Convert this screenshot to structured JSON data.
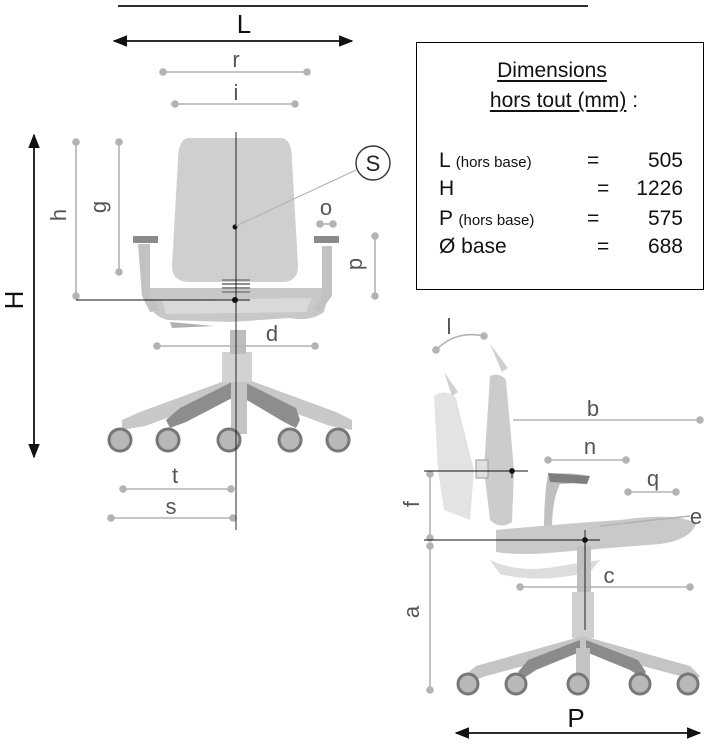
{
  "box": {
    "title_line1": "Dimensions",
    "title_line2": "hors tout (mm)",
    "title_suffix": " :",
    "rows": [
      {
        "label": "L",
        "qualifier": "(hors base)",
        "eq": "=",
        "value": "505"
      },
      {
        "label": "H",
        "qualifier": "",
        "eq": "=",
        "value": "1226"
      },
      {
        "label": "P",
        "qualifier": "(hors base)",
        "eq": "=",
        "value": "575"
      },
      {
        "label": "Ø base",
        "qualifier": "",
        "eq": "=",
        "value": "688"
      }
    ]
  },
  "front_view": {
    "labels": {
      "L": "L",
      "r": "r",
      "i": "i",
      "h": "h",
      "g": "g",
      "H": "H",
      "S": "S",
      "o": "o",
      "p": "p",
      "d": "d",
      "t": "t",
      "s": "s"
    }
  },
  "side_view": {
    "labels": {
      "l": "l",
      "b": "b",
      "n": "n",
      "q": "q",
      "f": "f",
      "e": "e",
      "c": "c",
      "a": "a",
      "P": "P"
    }
  },
  "colors": {
    "chair_light": "#cfcfcf",
    "chair_mid": "#bdbdbd",
    "chair_dark": "#8c8c8c",
    "dimension_line": "#b3b3b3",
    "arrow_line": "#111111"
  }
}
